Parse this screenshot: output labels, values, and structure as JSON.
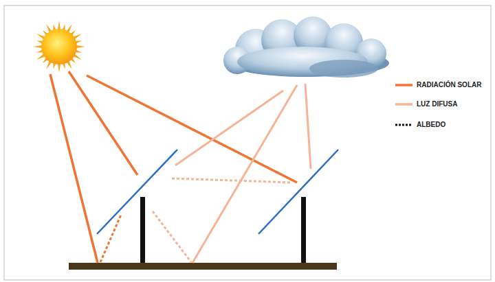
{
  "diagram": {
    "legend": [
      {
        "text": "RADIACIÓN SOLAR"
      },
      {
        "text": "LUZ DIFUSA"
      },
      {
        "text": "ALBEDO"
      }
    ]
  }
}
